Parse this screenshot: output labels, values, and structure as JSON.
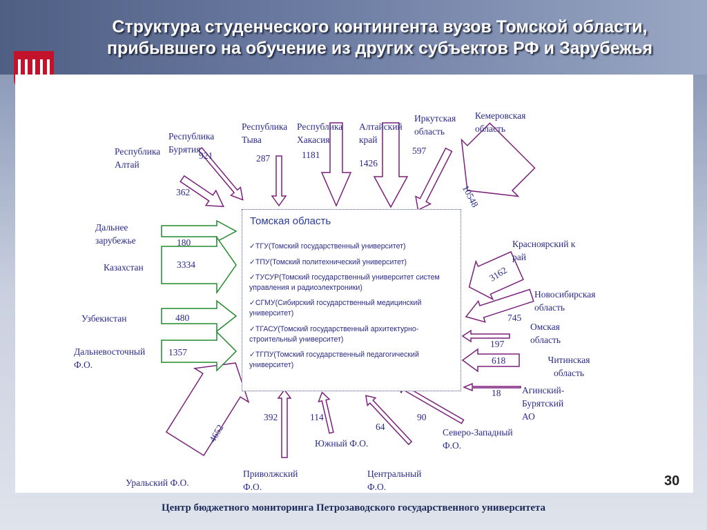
{
  "slide": {
    "title_line1": "Структура студенческого контингента вузов Томской области,",
    "title_line2": "прибывшего на обучение из других субъектов РФ и Зарубежья",
    "footer": "Центр бюджетного мониторинга Петрозаводского государственного университета",
    "page_number": "30"
  },
  "center": {
    "title": "Томская область",
    "universities": [
      "✓ТГУ(Томский государственный университет)",
      "✓ТПУ(Томский политехнический университет)",
      "✓ТУСУР(Томский государственный университет систем управления и радиоэлектроники)",
      "✓СГМУ(Сибирский государственный медицинский университет)",
      "✓ТГАСУ(Томский государственный архитектурно-строительный университет)",
      "✓ТГПУ(Томский государственный педагогический университет)"
    ]
  },
  "regions": {
    "altai_rep": {
      "label": "Республика Алтай",
      "value": "362"
    },
    "buryatia": {
      "label": "Республика Бурятия",
      "value": "921"
    },
    "tyva": {
      "label": "Республика Тыва",
      "value": "287"
    },
    "khakasia": {
      "label": "Республика Хакасия",
      "value": "1181"
    },
    "altai_krai": {
      "label": "Алтайский край",
      "value": "1426"
    },
    "irkutsk": {
      "label": "Иркутская область",
      "value": "597"
    },
    "kemerovo": {
      "label": "Кемеровская область",
      "value": "10548"
    },
    "krasnoyarsk": {
      "label": "Красноярский край",
      "value": "3162"
    },
    "novosibirsk": {
      "label": "Новосибирская область",
      "value": "745"
    },
    "omsk": {
      "label": "Омская область",
      "value": "197"
    },
    "chita": {
      "label": "Читинская область",
      "value": "618"
    },
    "aginsky": {
      "label": "Агинский-Бурятский АО",
      "value": "18"
    },
    "far_abroad": {
      "label": "Дальнее зарубежье",
      "value": "180"
    },
    "kazakhstan": {
      "label": "Казахстан",
      "value": "3334"
    },
    "uzbekistan": {
      "label": "Узбекистан",
      "value": "480"
    },
    "far_east": {
      "label": "Дальневосточный Ф.О.",
      "value": "1357"
    },
    "ural": {
      "label": "Уральский Ф.О.",
      "value": "4652"
    },
    "volga": {
      "label": "Приволжский Ф.О.",
      "value": "392"
    },
    "south": {
      "label": "Южный Ф.О.",
      "value": "114"
    },
    "central": {
      "label": "Центральный Ф.О.",
      "value": "64"
    },
    "northwest": {
      "label": "Северо-Западный Ф.О.",
      "value": "90"
    }
  },
  "colors": {
    "russia_arrows": "#7a1f7a",
    "foreign_arrows": "#1f8a2a",
    "text": "#2a2a8a"
  }
}
